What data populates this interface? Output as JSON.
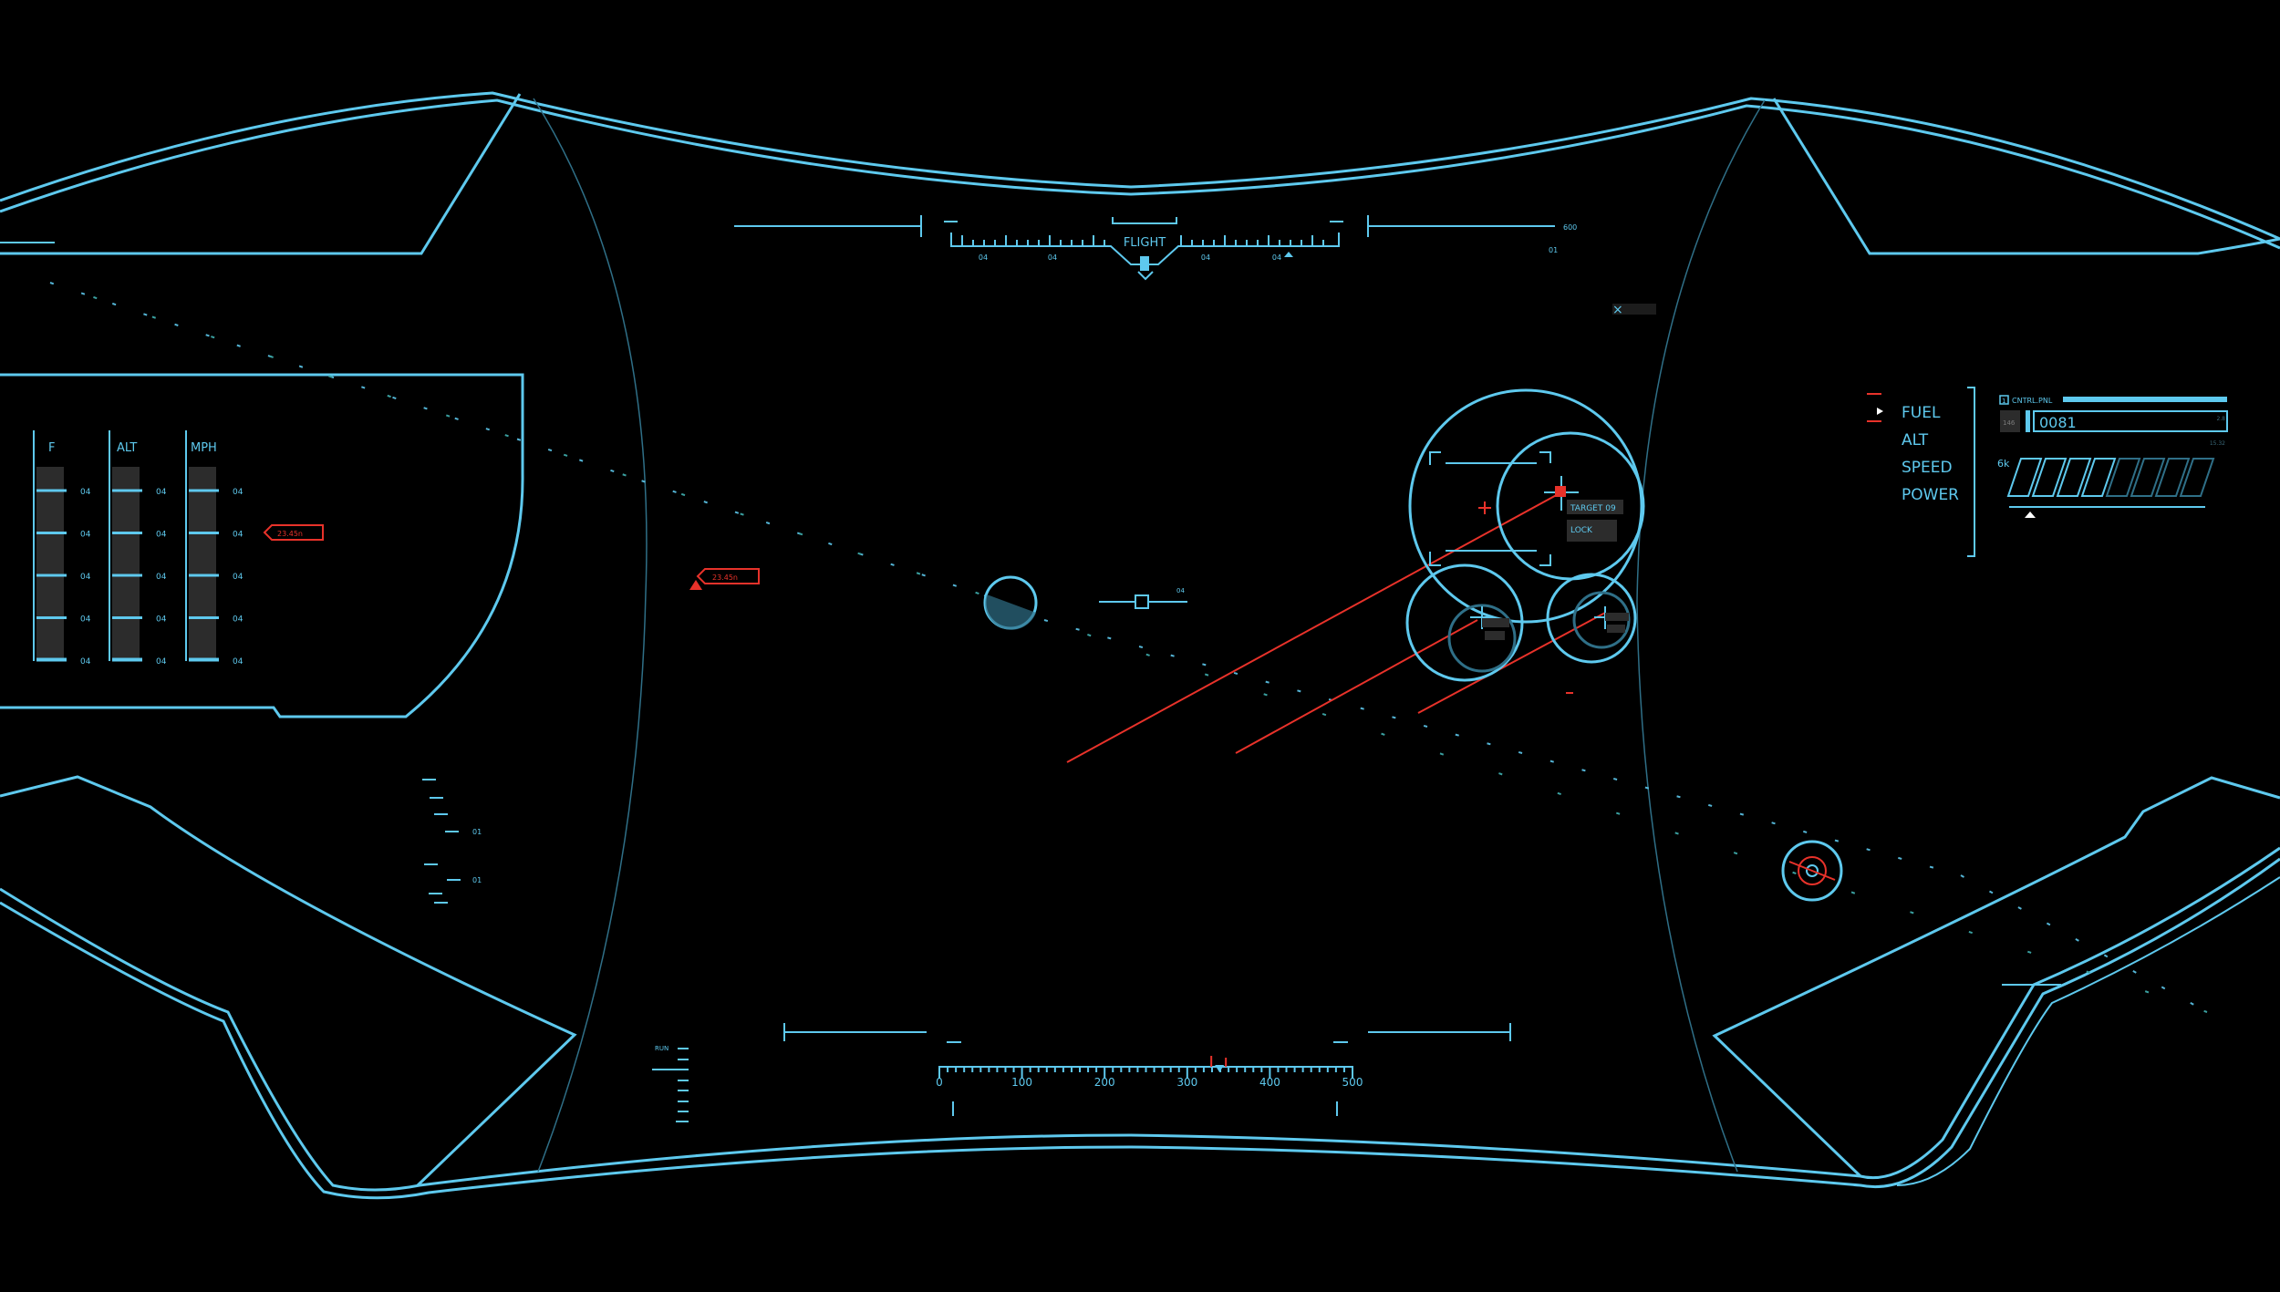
{
  "colors": {
    "primary": "#5ec9ee",
    "dim": "#2f6f87",
    "alert": "#e8322a",
    "panel_fill": "#2c2c2c",
    "bg": "#000000"
  },
  "top_scale": {
    "title": "FLIGHT",
    "tick_labels": [
      "04",
      "04",
      "04",
      "04"
    ],
    "right_labels": [
      "600",
      "01"
    ]
  },
  "gauges": {
    "columns": [
      {
        "label": "F",
        "ticks": [
          "04",
          "04",
          "04",
          "04",
          "04"
        ]
      },
      {
        "label": "ALT",
        "ticks": [
          "04",
          "04",
          "04",
          "04",
          "04"
        ]
      },
      {
        "label": "MPH",
        "ticks": [
          "04",
          "04",
          "04",
          "04",
          "04"
        ]
      }
    ]
  },
  "markers": {
    "left_marker": "23.45n",
    "center_marker": "23.45n"
  },
  "center": {
    "reticle_label": "04"
  },
  "targeting": {
    "target_label": "TARGET 09",
    "lock_label": "LOCK",
    "close_symbol": "×"
  },
  "status_menu": {
    "items": [
      "FUEL",
      "ALT",
      "SPEED",
      "POWER"
    ]
  },
  "control_panel": {
    "title": "CNTRL.PNL",
    "badge": "1",
    "counter_prefix": "146",
    "counter": "0081",
    "level_label": "6k",
    "mini_label_1": "2.8",
    "mini_label_2": "15.32",
    "level_fraction": 0.45
  },
  "left_scale": {
    "labels": [
      "01",
      "01"
    ]
  },
  "bottom_left_scale": {
    "label": "RUN"
  },
  "bottom_scale": {
    "tick_labels": [
      "0",
      "100",
      "200",
      "300",
      "400",
      "500"
    ],
    "value": 360
  }
}
